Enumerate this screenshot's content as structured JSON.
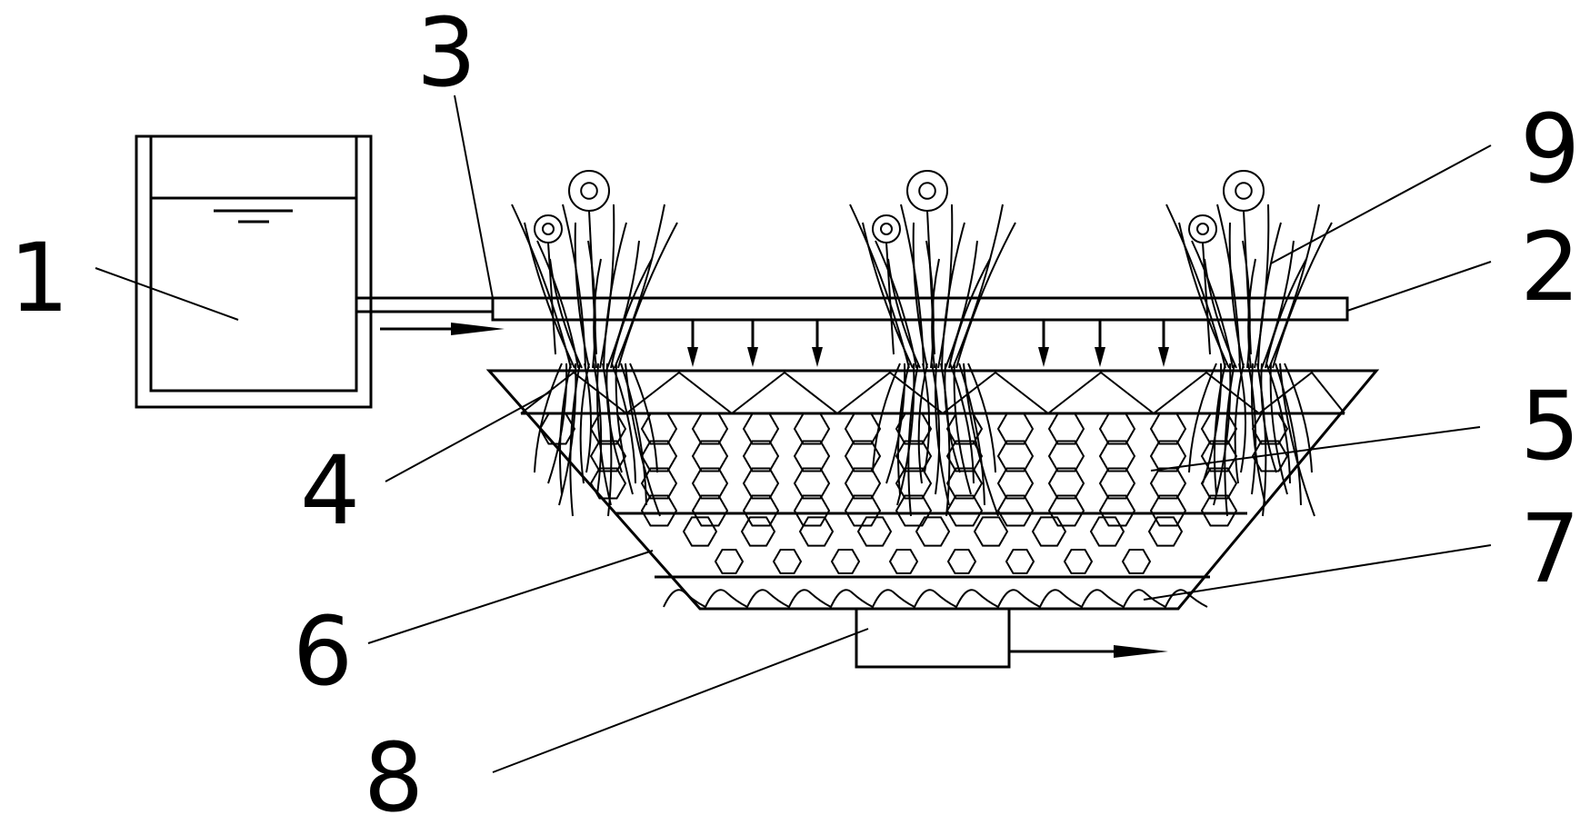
{
  "diagram": {
    "callouts": [
      {
        "id": "1",
        "label": "1",
        "part": "water-tank"
      },
      {
        "id": "2",
        "label": "2",
        "part": "distribution-pipe"
      },
      {
        "id": "3",
        "label": "3",
        "part": "inlet-pipe"
      },
      {
        "id": "4",
        "label": "4",
        "part": "upper-substrate-layer"
      },
      {
        "id": "5",
        "label": "5",
        "part": "hexagon-filler-layer"
      },
      {
        "id": "6",
        "label": "6",
        "part": "lower-filler-layer"
      },
      {
        "id": "7",
        "label": "7",
        "part": "bottom-gravel-layer"
      },
      {
        "id": "8",
        "label": "8",
        "part": "outlet-box"
      },
      {
        "id": "9",
        "label": "9",
        "part": "plants"
      }
    ],
    "plant_group_count": 3,
    "colors": {
      "stroke": "#000000",
      "background": "#ffffff"
    }
  }
}
